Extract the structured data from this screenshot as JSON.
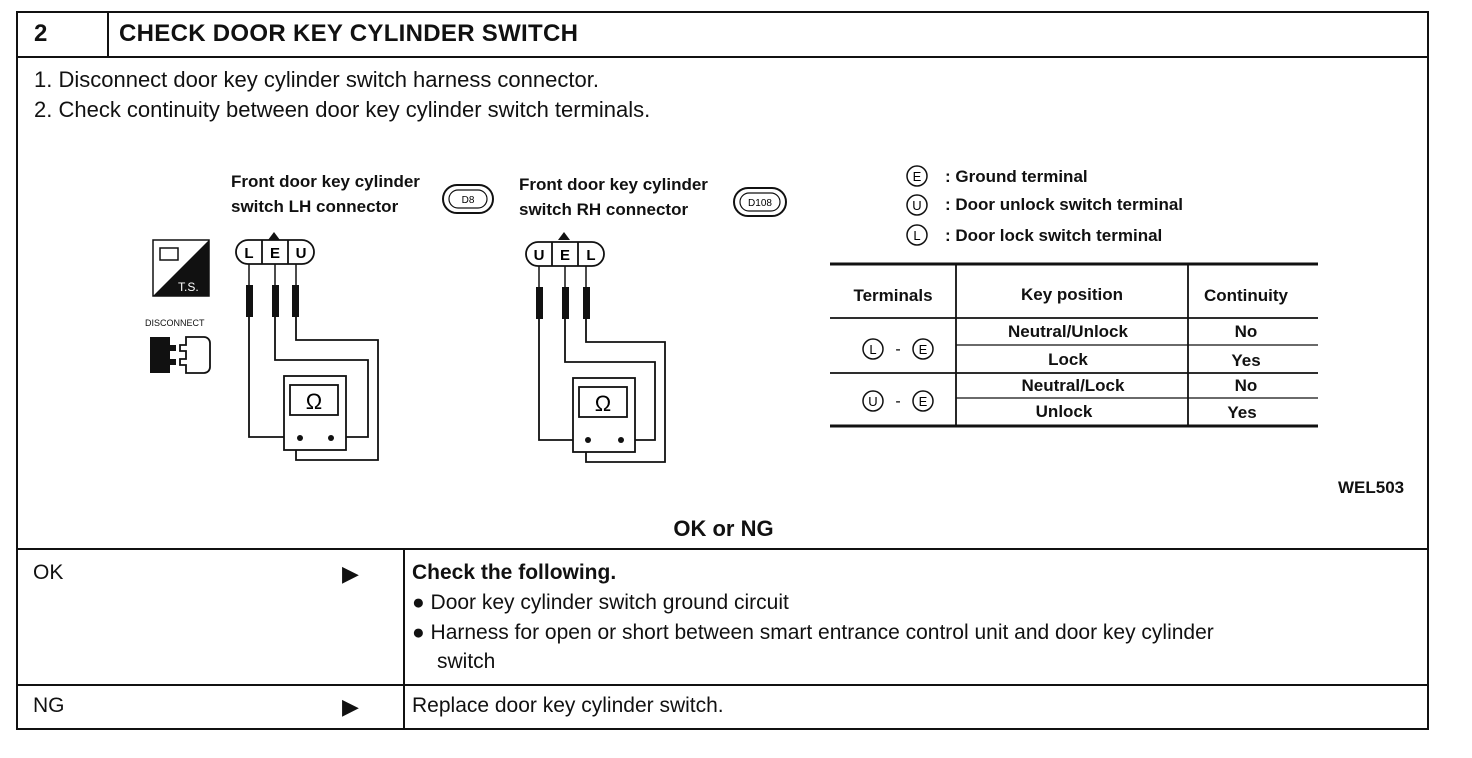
{
  "step": {
    "number": "2",
    "title": "CHECK DOOR KEY CYLINDER SWITCH"
  },
  "instructions": [
    "1.  Disconnect door key cylinder switch harness connector.",
    "2.  Check continuity between door key cylinder switch terminals."
  ],
  "diagram": {
    "ts_label": "T.S.",
    "disconnect_label": "DISCONNECT",
    "lh": {
      "caption_line1": "Front door key cylinder",
      "caption_line2": "switch LH connector",
      "connector_id": "D8",
      "pins": [
        "L",
        "E",
        "U"
      ]
    },
    "rh": {
      "caption_line1": "Front door key cylinder",
      "caption_line2": "switch RH connector",
      "connector_id": "D108",
      "pins": [
        "U",
        "E",
        "L"
      ]
    },
    "ohm_symbol": "Ω",
    "code": "WEL503"
  },
  "legend": [
    {
      "symbol": "E",
      "text": ":  Ground terminal"
    },
    {
      "symbol": "U",
      "text": ":  Door unlock switch terminal"
    },
    {
      "symbol": "L",
      "text": ":  Door lock switch terminal"
    }
  ],
  "table": {
    "headers": [
      "Terminals",
      "Key position",
      "Continuity"
    ],
    "groups": [
      {
        "a": "L",
        "b": "E",
        "dash": "-",
        "rows": [
          {
            "position": "Neutral/Unlock",
            "continuity": "No"
          },
          {
            "position": "Lock",
            "continuity": "Yes"
          }
        ]
      },
      {
        "a": "U",
        "b": "E",
        "dash": "-",
        "rows": [
          {
            "position": "Neutral/Lock",
            "continuity": "No"
          },
          {
            "position": "Unlock",
            "continuity": "Yes"
          }
        ]
      }
    ]
  },
  "ok_or_ng": "OK or NG",
  "ok": {
    "label": "OK",
    "arrow": "▶",
    "title": "Check the following.",
    "bullets": [
      "Door key cylinder switch ground circuit",
      "Harness for open or short between smart entrance control unit and door key cylinder"
    ],
    "bullet2_cont": "switch"
  },
  "ng": {
    "label": "NG",
    "arrow": "▶",
    "action": "Replace door key cylinder switch."
  }
}
